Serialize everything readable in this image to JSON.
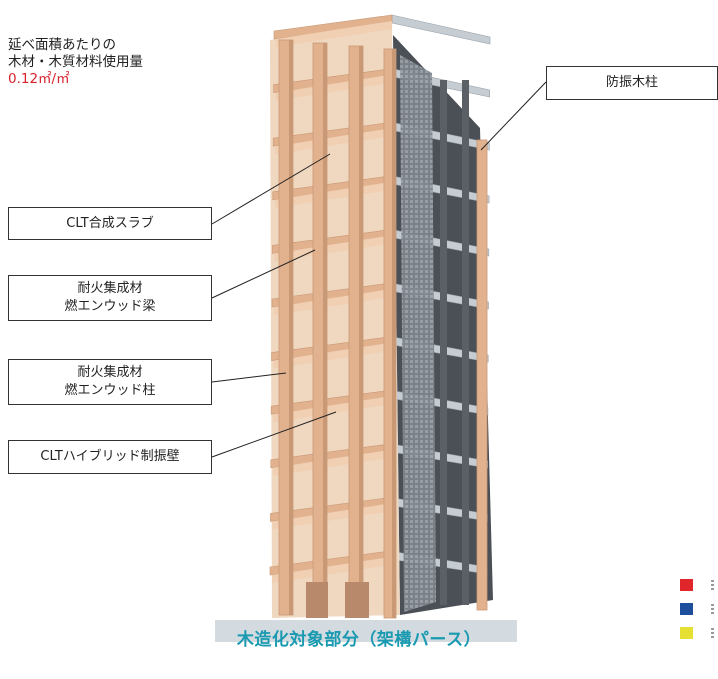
{
  "stat": {
    "line1": "延べ面積あたりの",
    "line2": "木材・木質材料使用量",
    "value": "0.12㎡/㎡",
    "value_color": "#d9232d"
  },
  "labels": {
    "anti_vibration_column": "防振木柱",
    "clt_slab": "CLT合成スラブ",
    "fire_beam": {
      "line1": "耐火集成材",
      "line2": "燃エンウッド梁"
    },
    "fire_column": {
      "line1": "耐火集成材",
      "line2": "燃エンウッド柱"
    },
    "clt_wall": "CLTハイブリッド制振壁"
  },
  "caption": "木造化対象部分（架構パース）",
  "caption_color": "#1a9ab0",
  "legend": {
    "colors": [
      "#e0262b",
      "#1d4f9c",
      "#e6e033"
    ]
  },
  "colors": {
    "timber": "#e2b28f",
    "timber_dark": "#c99875",
    "timber_light": "#f0cfb2",
    "steel_slab": "#c5ccd2",
    "steel_dark": "#5a6066",
    "ground": "#d3dae0"
  }
}
